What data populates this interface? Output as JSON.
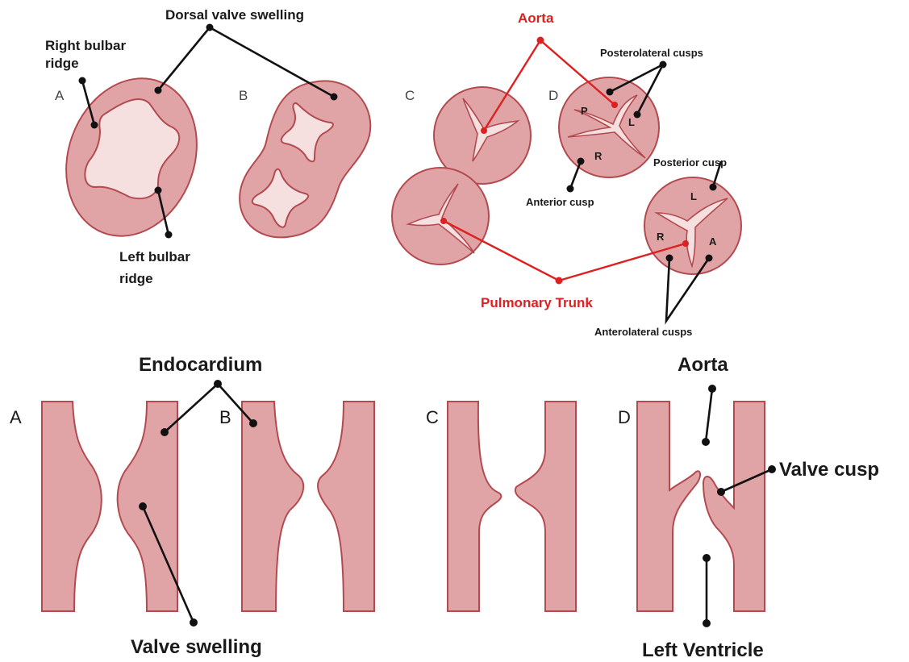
{
  "top": {
    "panels": [
      "A",
      "B",
      "C",
      "D"
    ],
    "labels": {
      "dorsal_valve_swelling": "Dorsal valve swelling",
      "right_bulbar_ridge_line1": "Right bulbar",
      "right_bulbar_ridge_line2": "ridge",
      "left_bulbar_ridge_line1": "Left bulbar",
      "left_bulbar_ridge_line2": "ridge",
      "aorta": "Aorta",
      "pulmonary_trunk": "Pulmonary Trunk",
      "posterolateral_cusps": "Posterolateral cusps",
      "anterior_cusp": "Anterior cusp",
      "posterior_cusp": "Posterior cusp",
      "anterolateral_cusps": "Anterolateral cusps"
    },
    "aortic_cusp_letters": [
      "P",
      "L",
      "R"
    ],
    "pulmonary_cusp_letters": [
      "L",
      "R",
      "A"
    ]
  },
  "bottom": {
    "panels": [
      "A",
      "B",
      "C",
      "D"
    ],
    "labels": {
      "endocardium": "Endocardium",
      "valve_swelling": "Valve swelling",
      "aorta": "Aorta",
      "valve_cusp": "Valve cusp",
      "left_ventricle": "Left Ventricle"
    }
  },
  "colors": {
    "tissue_fill": "#e1a4a6",
    "tissue_outline": "#b34a4f",
    "lumen_fill": "#f6dfdf",
    "leader_black": "#111111",
    "leader_red": "#dd2020"
  }
}
